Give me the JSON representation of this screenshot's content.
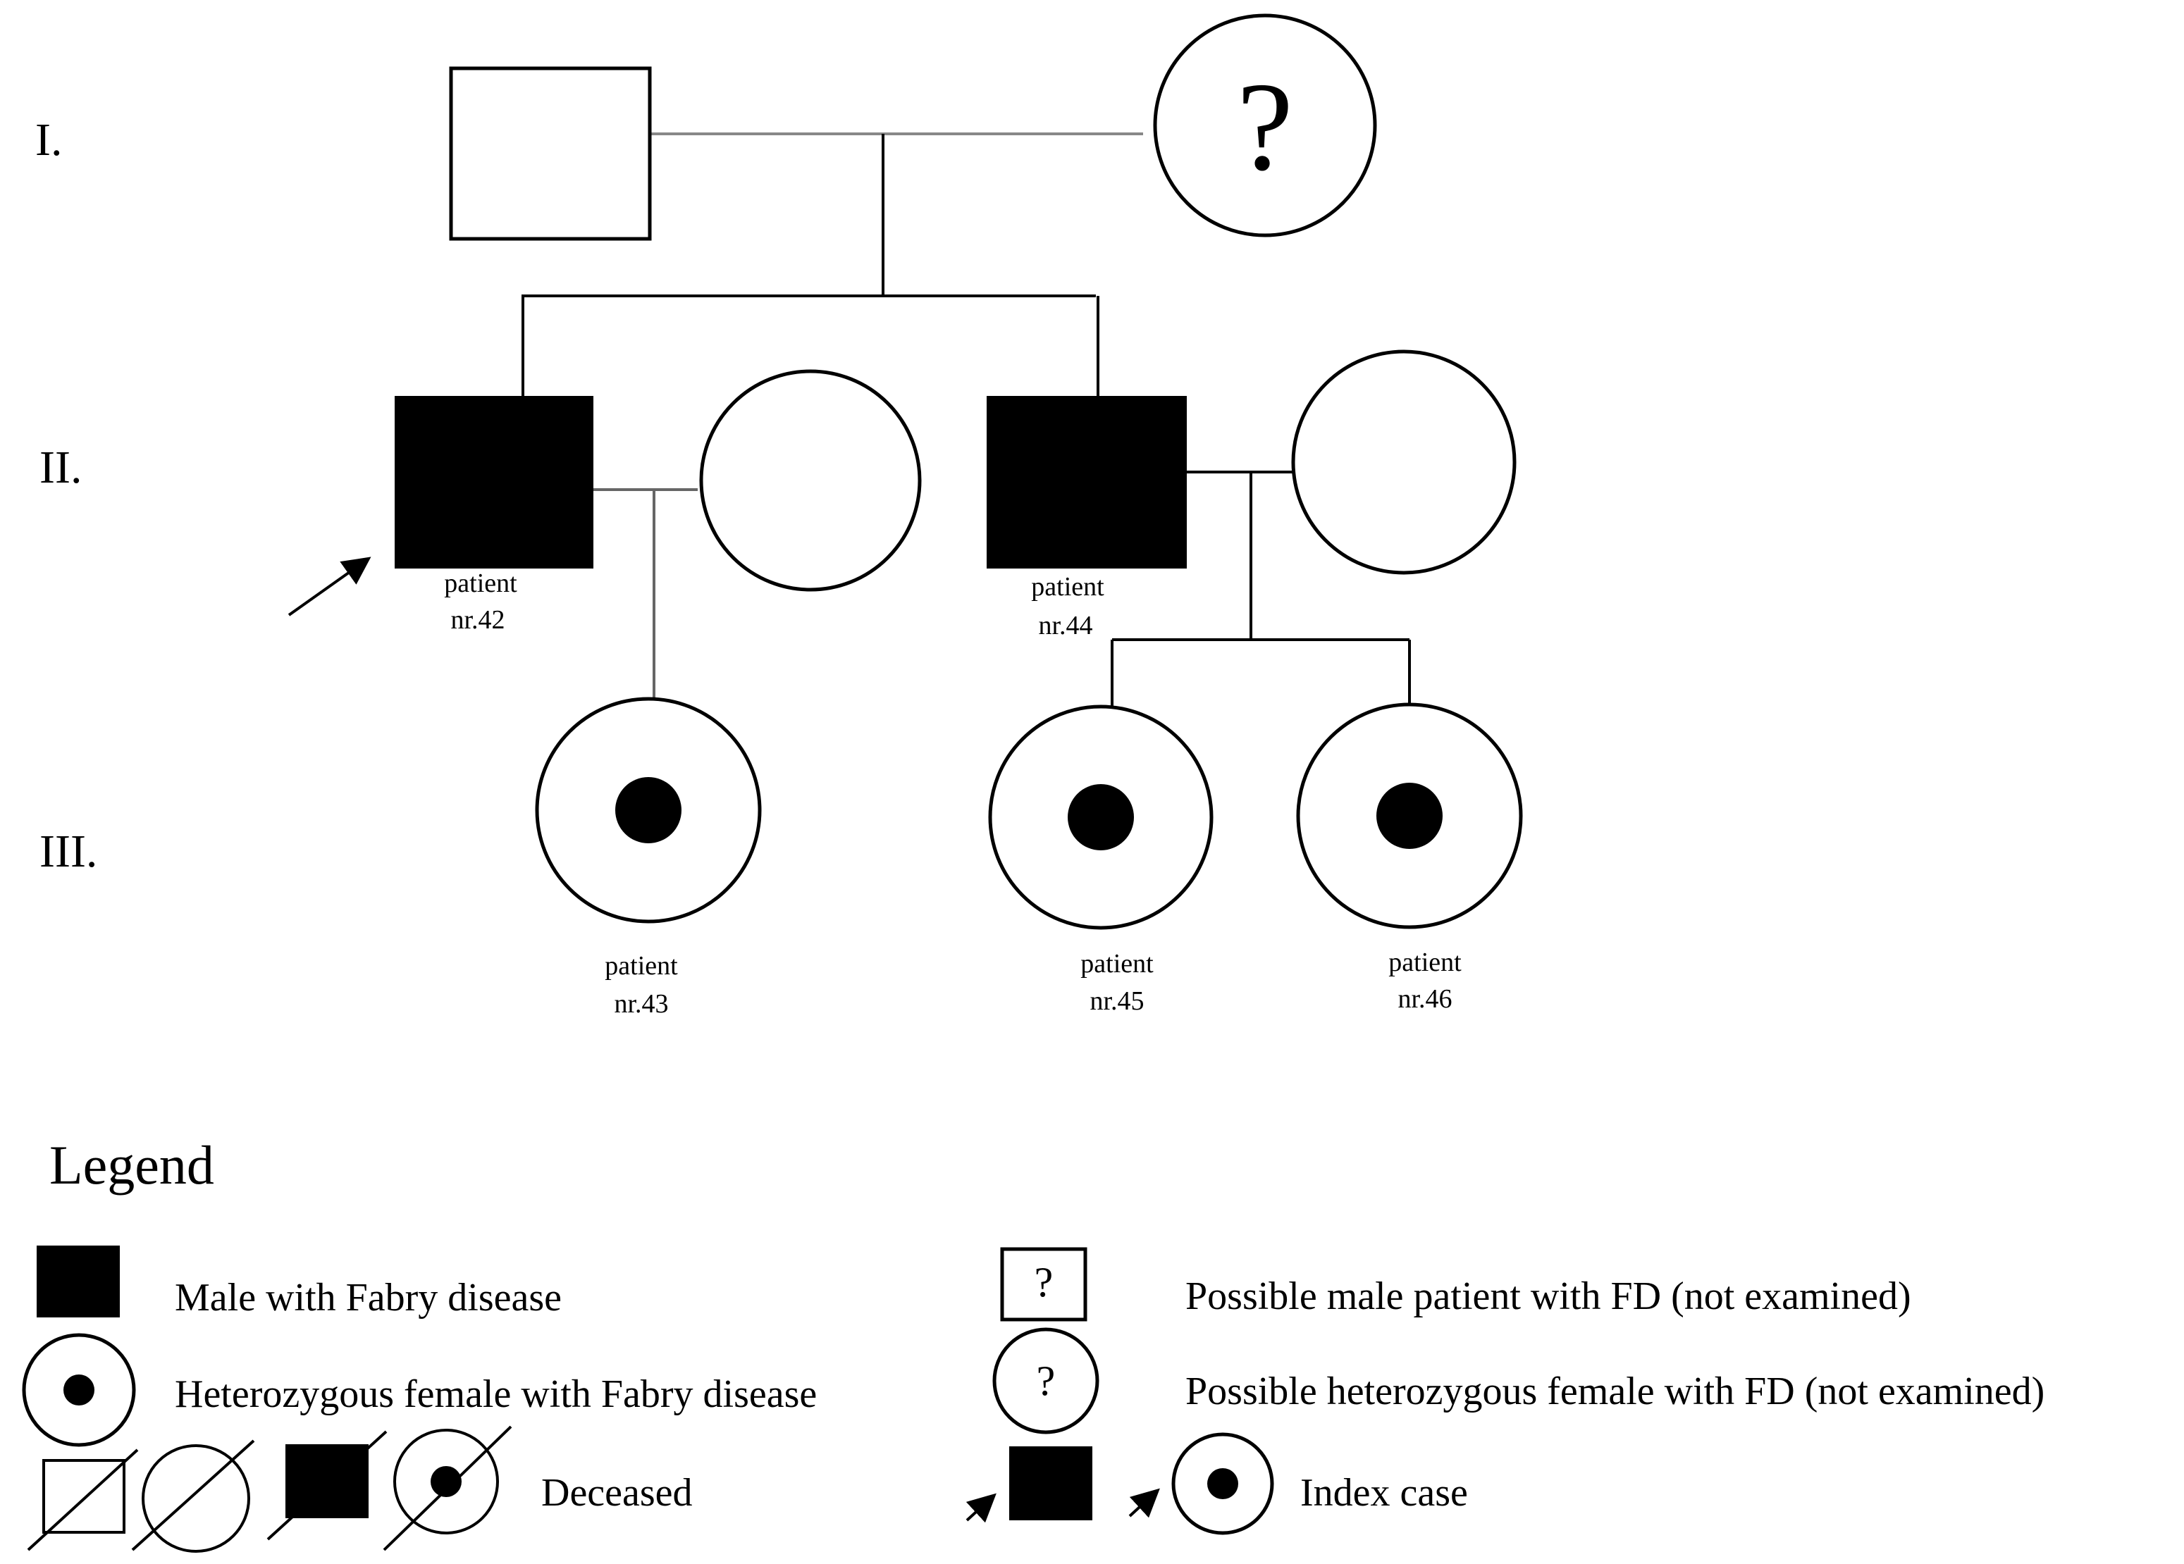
{
  "generations": [
    "I.",
    "II.",
    "III."
  ],
  "individuals": {
    "gen1_male": {
      "sex": "male",
      "status": "unaffected"
    },
    "gen1_female": {
      "sex": "female",
      "status": "possible-carrier",
      "mark": "?"
    },
    "p42": {
      "sex": "male",
      "status": "affected",
      "index_case": true,
      "label_line1": "patient",
      "label_line2": "nr.42"
    },
    "p42_spouse": {
      "sex": "female",
      "status": "unaffected"
    },
    "p44": {
      "sex": "male",
      "status": "affected",
      "label_line1": "patient",
      "label_line2": "nr.44"
    },
    "p44_spouse": {
      "sex": "female",
      "status": "unaffected"
    },
    "p43": {
      "sex": "female",
      "status": "heterozygous",
      "label_line1": "patient",
      "label_line2": "nr.43"
    },
    "p45": {
      "sex": "female",
      "status": "heterozygous",
      "label_line1": "patient",
      "label_line2": "nr.45"
    },
    "p46": {
      "sex": "female",
      "status": "heterozygous",
      "label_line1": "patient",
      "label_line2": "nr.46"
    }
  },
  "legend": {
    "title": "Legend",
    "male_fd": "Male with Fabry disease",
    "female_fd": "Heterozygous female with Fabry disease",
    "deceased": "Deceased",
    "possible_male": "Possible male patient with FD (not examined)",
    "possible_female": "Possible heterozygous female with FD (not examined)",
    "possible_mark": "?",
    "index_case": "Index case"
  }
}
